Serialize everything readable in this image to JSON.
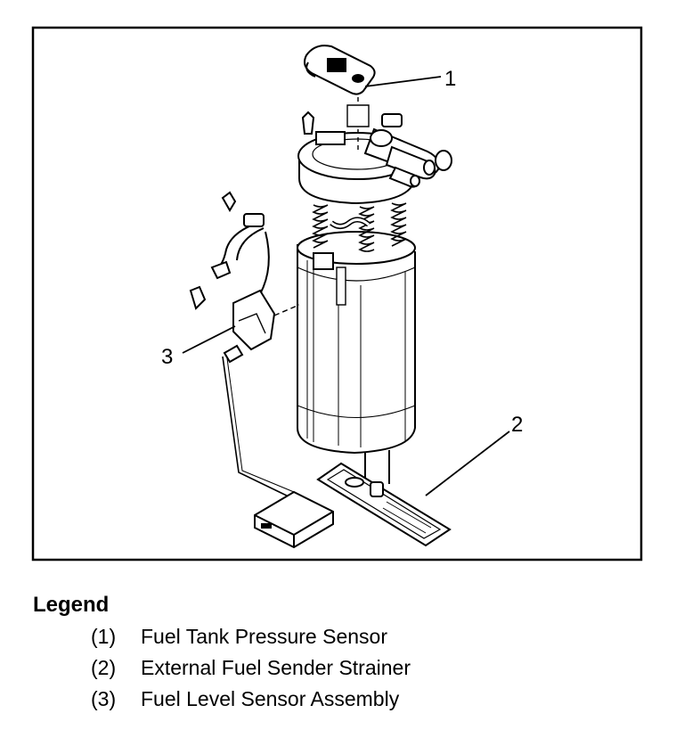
{
  "figure": {
    "callouts": [
      {
        "id": "1"
      },
      {
        "id": "2"
      },
      {
        "id": "3"
      }
    ]
  },
  "legend": {
    "title": "Legend",
    "items": [
      {
        "number": "(1)",
        "label": "Fuel Tank Pressure Sensor"
      },
      {
        "number": "(2)",
        "label": "External Fuel Sender Strainer"
      },
      {
        "number": "(3)",
        "label": "Fuel Level Sensor Assembly"
      }
    ]
  }
}
